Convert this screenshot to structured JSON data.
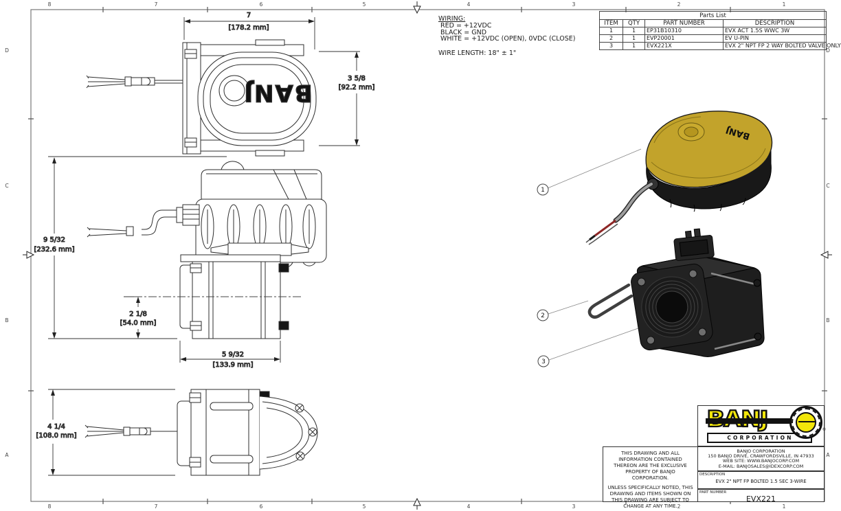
{
  "sheet": {
    "zones_top": [
      "8",
      "7",
      "6",
      "5",
      "4",
      "3",
      "2",
      "1"
    ],
    "zones_bottom": [
      "8",
      "7",
      "6",
      "5",
      "4",
      "3",
      "2",
      "1"
    ],
    "zones_left": [
      "D",
      "C",
      "B",
      "A"
    ],
    "zones_right": [
      "D",
      "C",
      "B",
      "A"
    ]
  },
  "wiring_note": {
    "title": "WIRING:",
    "line1": "RED = +12VDC",
    "line2": "BLACK = GND",
    "line3": "WHITE = +12VDC (OPEN), 0VDC (CLOSE)",
    "wire_length": "WIRE LENGTH: 18\" ± 1\""
  },
  "parts_list": {
    "title": "Parts List",
    "col_item": "ITEM",
    "col_qty": "QTY",
    "col_part": "PART NUMBER",
    "col_desc": "DESCRIPTION",
    "rows": [
      {
        "item": "1",
        "qty": "1",
        "part": "EP31B10310",
        "desc": "EVX ACT 1.5S WWC 3W"
      },
      {
        "item": "2",
        "qty": "1",
        "part": "EVP20001",
        "desc": "EV U-PIN"
      },
      {
        "item": "3",
        "qty": "1",
        "part": "EVX221X",
        "desc": "EVX 2\" NPT FP 2 WAY BOLTED VALVE ONLY"
      }
    ]
  },
  "dims": {
    "top_width": {
      "in": "7",
      "mm": "[178.2 mm]"
    },
    "top_height": {
      "in": "3 5/8",
      "mm": "[92.2 mm]"
    },
    "overall_height": {
      "in": "9 5/32",
      "mm": "[232.6 mm]"
    },
    "center_to_bottom": {
      "in": "2 1/8",
      "mm": "[54.0 mm]"
    },
    "valve_width": {
      "in": "5 9/32",
      "mm": "[133.9 mm]"
    },
    "end_height": {
      "in": "4 1/4",
      "mm": "[108.0 mm]"
    }
  },
  "views": {
    "top": {
      "banjo_label": "BANJ"
    },
    "exploded": {
      "actuator_label": "BANJ"
    }
  },
  "balloons": {
    "b1": "1",
    "b2": "2",
    "b3": "3"
  },
  "title_block": {
    "logo_word": "BANJ",
    "logo_reg": "®",
    "logo_sub": "CORPORATION",
    "company_line1": "BANJO CORPORATION",
    "company_line2": "150 BANJO DRIVE, CRAWFORDSVILLE, IN 47933",
    "company_line3": "WEB SITE: WWW.BANJOCORP.COM",
    "company_line4": "E-MAIL: BANJOSALES@IDEXCORP.COM",
    "description_label": "DESCRIPTION",
    "description": "EVX 2\" NPT FP BOLTED 1.5 SEC 3-WIRE",
    "part_number_label": "PART NUMBER",
    "part_number": "EVX221",
    "legal_1": "THIS DRAWING AND ALL INFORMATION CONTAINED THEREON ARE THE EXCLUSIVE PROPERTY OF BANJO CORPORATION.",
    "legal_2": "UNLESS SPECIFICALLY NOTED, THIS DRAWING AND ITEMS SHOWN ON THIS DRAWING ARE SUBJECT TO CHANGE AT ANY TIME."
  },
  "colors": {
    "actuator_yellow": "#C2A32B",
    "logo_yellow": "#F2E60A",
    "valve_black": "#1E1E1E",
    "wire_red": "#8E2726",
    "line": "#2E2E2E"
  }
}
